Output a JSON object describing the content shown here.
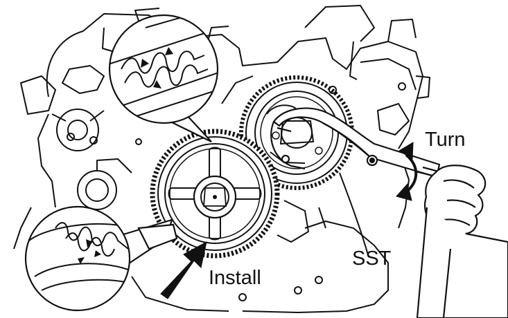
{
  "labels": {
    "turn": "Turn",
    "sst": "SST",
    "install": "Install"
  },
  "colors": {
    "ink": "#111111",
    "paper": "#ffffff"
  },
  "icons": {
    "upper_detail": "gear-mesh-detail-magnifier",
    "lower_detail": "gear-mesh-detail-magnifier",
    "turn_arrow": "curved-double-arrow",
    "install_arrow": "bold-arrow"
  }
}
